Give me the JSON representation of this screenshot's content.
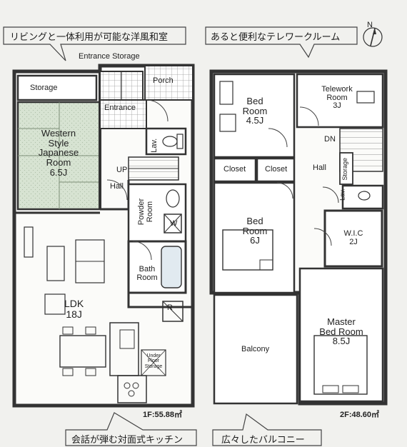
{
  "callouts": {
    "top_left": "リビングと一体利用が可能な洋風和室",
    "top_right": "あると便利なテレワークルーム",
    "bottom_left": "会話が弾む対面式キッチン",
    "bottom_right": "広々したバルコニー"
  },
  "compass": {
    "north": "N"
  },
  "floor1": {
    "area": "1F:55.88㎡",
    "entrance_storage": "Entrance Storage",
    "storage": "Storage",
    "porch": "Porch",
    "entrance": "Entrance",
    "western_room": "Western\nStyle\nJapanese\nRoom\n6.5J",
    "lav": "Lav.",
    "up": "UP",
    "hall": "Hall",
    "powder_room": "Powder\nRoom",
    "washer": "W",
    "bath_room": "Bath\nRoom",
    "ldk": "LDK\n18J",
    "fridge": "R",
    "underfloor_storage": "Under\nFloor\nStorage"
  },
  "floor2": {
    "area": "2F:48.60㎡",
    "bed1": "Bed\nRoom\n4.5J",
    "telework": "Telework\nRoom\n3J",
    "dn": "DN",
    "closet1": "Closet",
    "closet2": "Closet",
    "hall": "Hall",
    "storage": "Storage",
    "lav": "Lav.",
    "wic": "W.I.C\n2J",
    "bed2": "Bed\nRoom\n6J",
    "balcony": "Balcony",
    "master": "Master\nBed Room\n8.5J"
  }
}
